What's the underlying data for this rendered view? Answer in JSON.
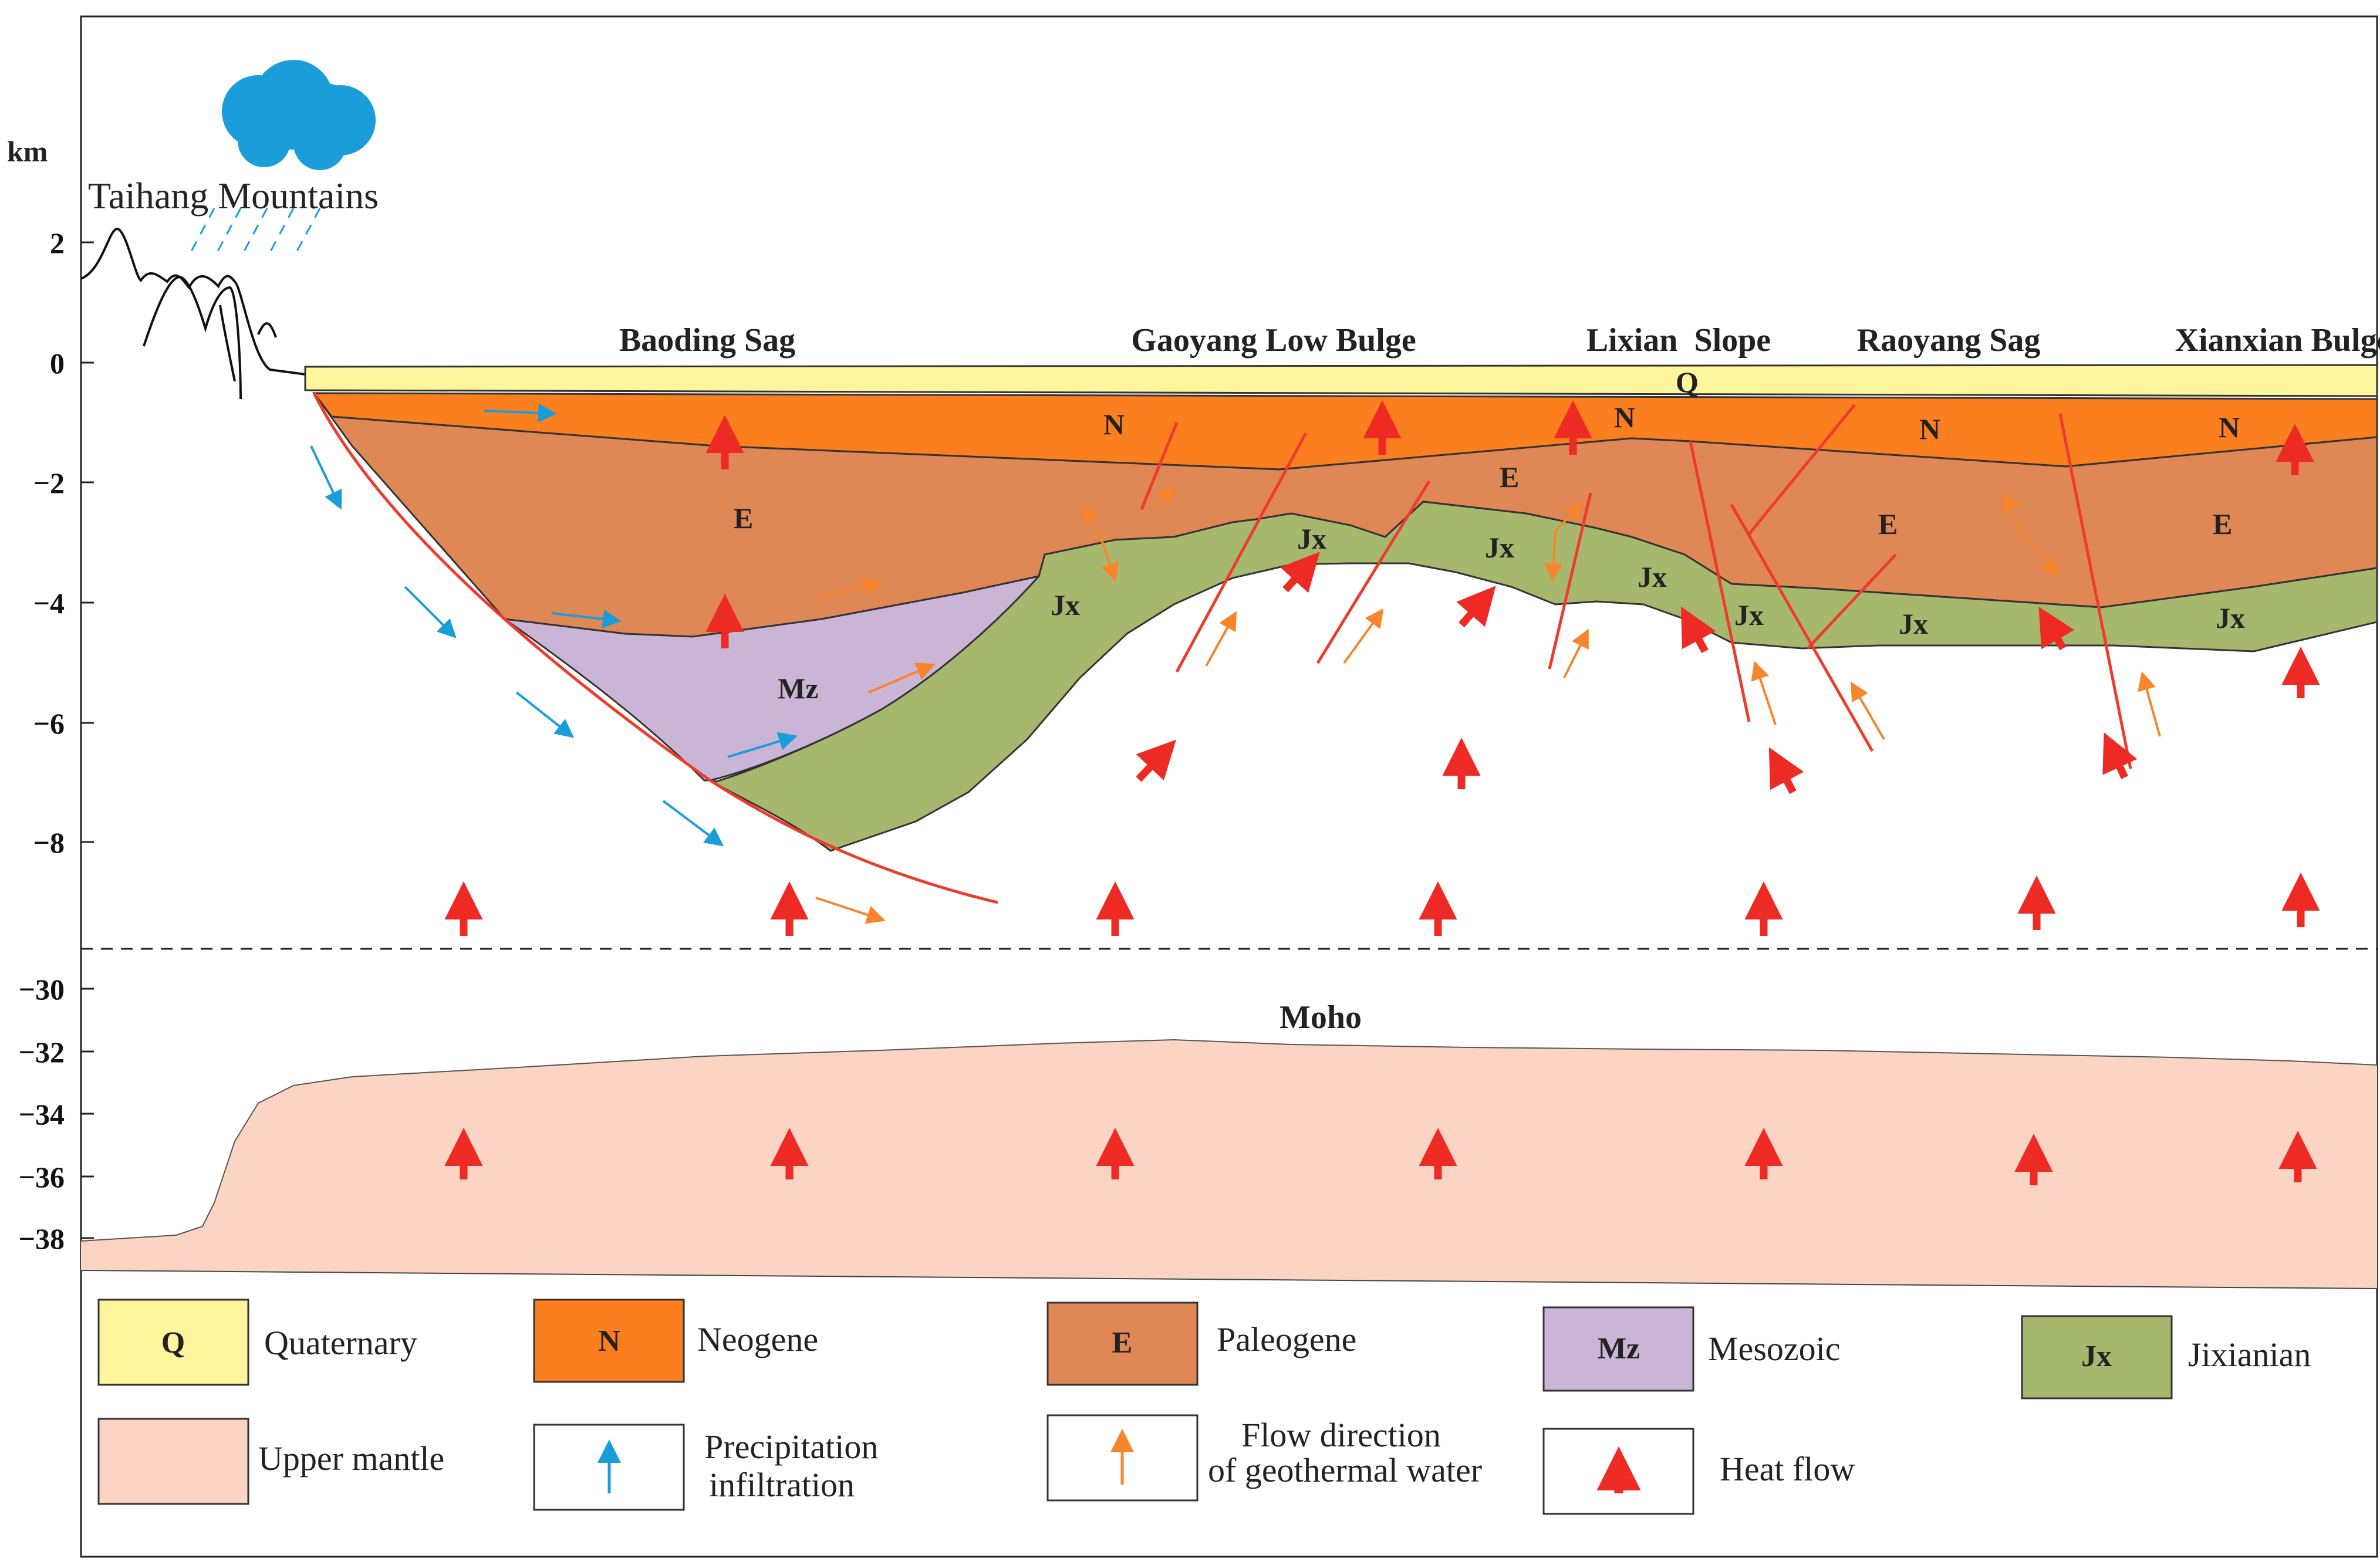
{
  "figure": {
    "y_axis_unit": "km",
    "upper_ticks": [
      "2",
      "0",
      "−2",
      "−4",
      "−6",
      "−8"
    ],
    "lower_ticks": [
      "−30",
      "−32",
      "−34",
      "−36",
      "−38"
    ],
    "mountains_label": "Taihang Mountains",
    "regions": [
      "Baoding Sag",
      "Gaoyang Low Bulge",
      "Lixian  Slope",
      "Raoyang Sag",
      "Xianxian Bulge"
    ],
    "moho_label": "Moho",
    "units": {
      "quaternary": "Q",
      "neogene": "N",
      "paleogene": "E",
      "mesozoic": "Mz",
      "jixianian": "Jx"
    }
  },
  "legend": {
    "items": [
      {
        "code": "Q",
        "label": "Quaternary",
        "color": "#fff59d"
      },
      {
        "code": "N",
        "label": "Neogene",
        "color": "#fb7f1e"
      },
      {
        "code": "E",
        "label": "Paleogene",
        "color": "#df8755"
      },
      {
        "code": "Mz",
        "label": "Mesozoic",
        "color": "#cbb5d6"
      },
      {
        "code": "Jx",
        "label": "Jixianian",
        "color": "#a6b86e"
      },
      {
        "label": "Upper mantle",
        "color": "#fcd4c4"
      },
      {
        "label_line1": "Precipitation",
        "label_line2": "infiltration",
        "icon": "blue-thin-arrow-icon",
        "color": "#1b9dd9"
      },
      {
        "label_line1": "Flow direction",
        "label_line2": "of geothermal water",
        "icon": "orange-thin-arrow-icon",
        "color": "#f7852c"
      },
      {
        "label": "Heat flow",
        "icon": "red-thick-arrow-icon",
        "color": "#ee2a24"
      }
    ]
  }
}
